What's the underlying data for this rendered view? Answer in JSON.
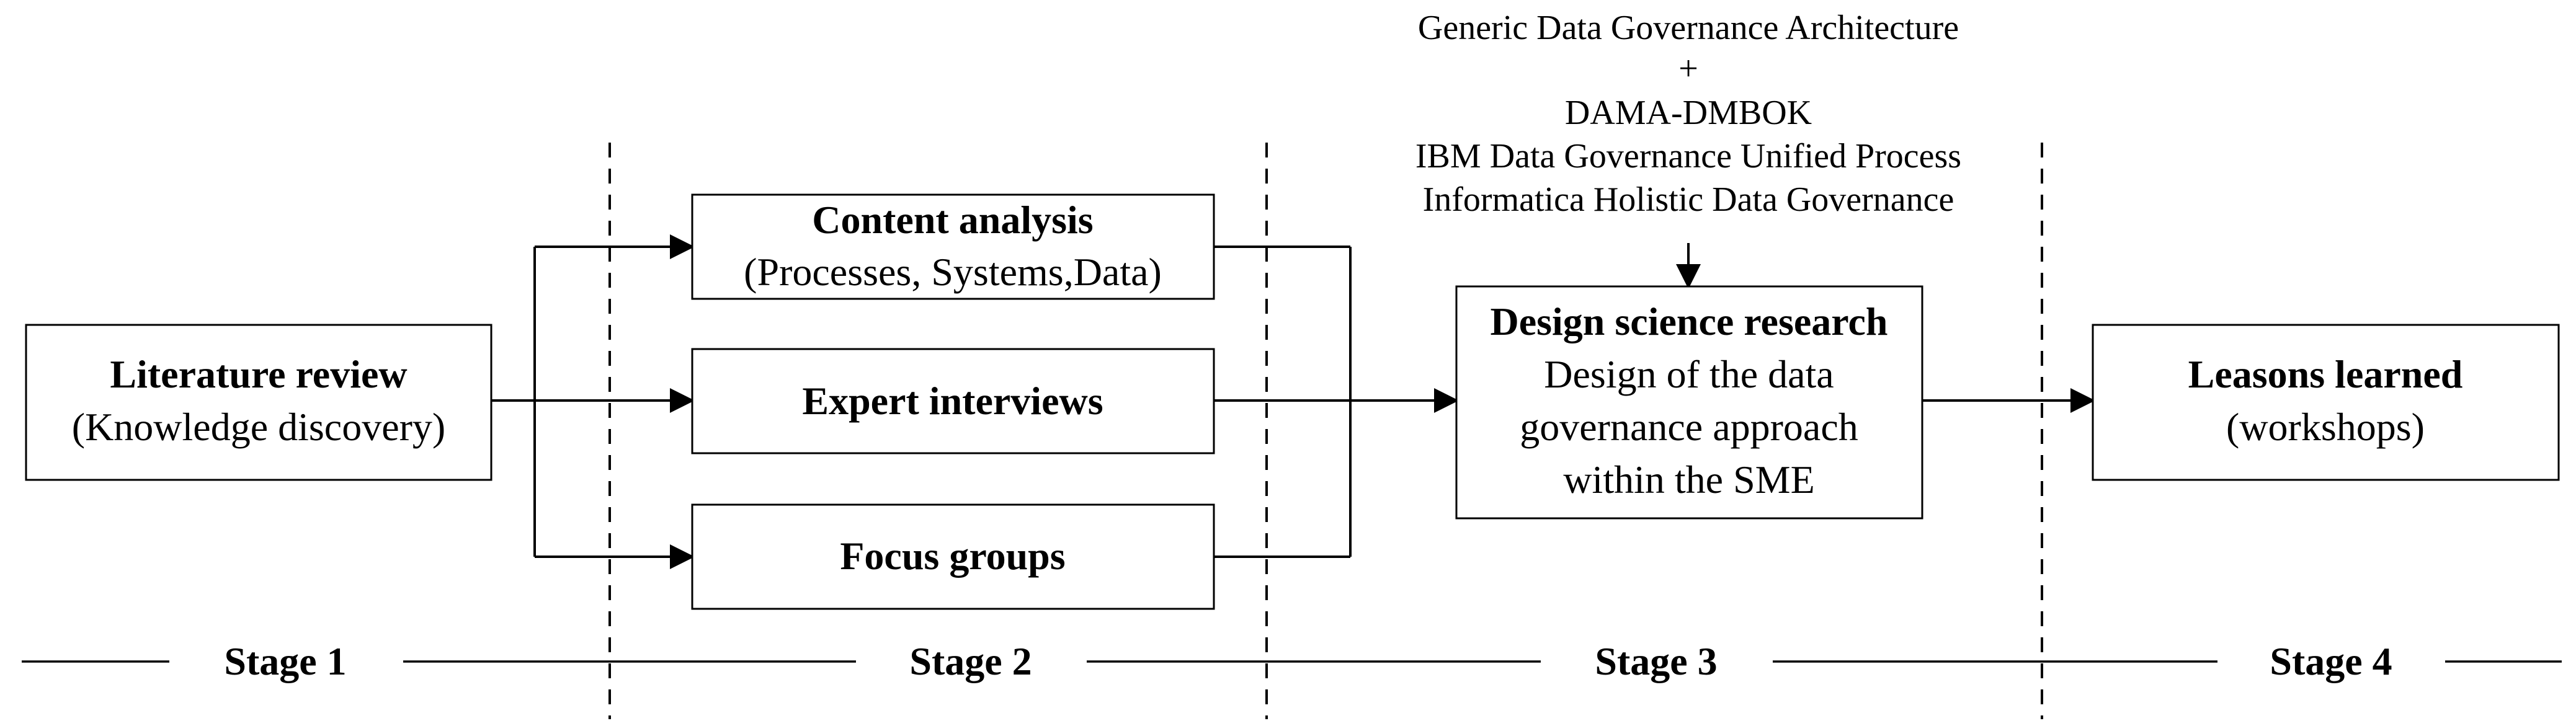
{
  "boxes": {
    "literature": {
      "title": "Literature review",
      "subtitle": "(Knowledge discovery)"
    },
    "content": {
      "title": "Content analysis",
      "subtitle": "(Processes, Systems,Data)"
    },
    "interviews": {
      "title": "Expert interviews"
    },
    "focus": {
      "title": "Focus groups"
    },
    "design": {
      "title": "Design science research",
      "lines": [
        "Design of the data",
        "governance approach",
        "within the SME"
      ]
    },
    "lessons": {
      "title": "Leasons learned",
      "subtitle": "(workshops)"
    }
  },
  "sources": [
    "Generic Data Governance Architecture",
    "+",
    "DAMA-DMBOK",
    "IBM Data Governance Unified Process",
    "Informatica Holistic Data Governance"
  ],
  "stages": [
    "Stage 1",
    "Stage 2",
    "Stage 3",
    "Stage 4"
  ],
  "colors": {
    "stroke": "#000000",
    "background": "#ffffff"
  }
}
